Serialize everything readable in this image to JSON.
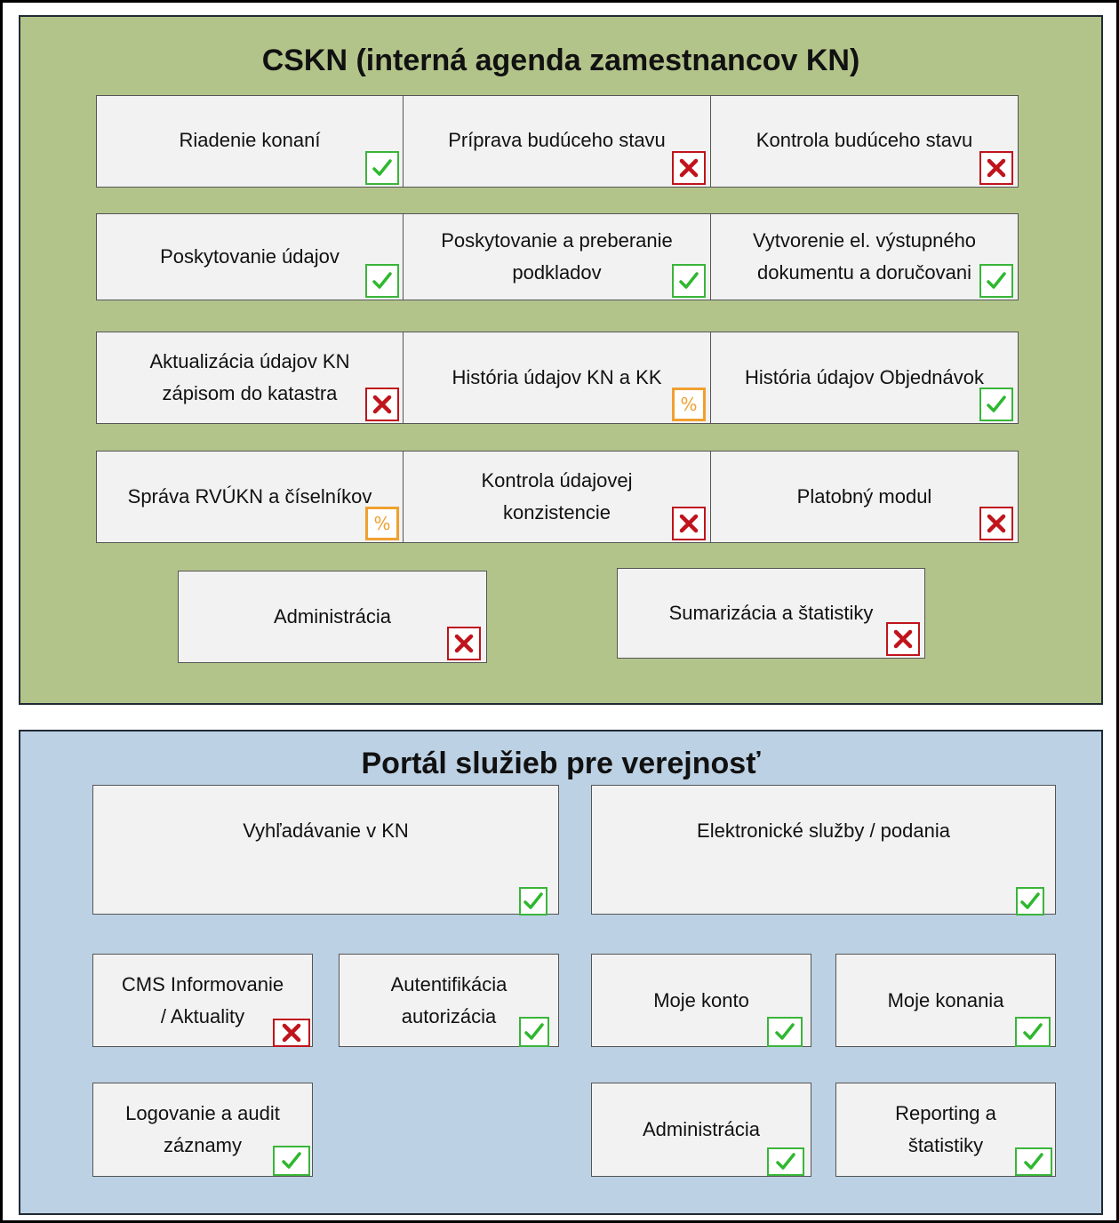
{
  "sections": {
    "cskn": {
      "title": "CSKN (interná agenda zamestnancov KN)",
      "modules": [
        {
          "label": "Riadenie konaní",
          "status": "done"
        },
        {
          "label": "Príprava budúceho stavu",
          "status": "not-done"
        },
        {
          "label": "Kontrola budúceho stavu",
          "status": "not-done"
        },
        {
          "label": "Poskytovanie údajov",
          "status": "done"
        },
        {
          "label": "Poskytovanie a preberanie\npodkladov",
          "status": "done"
        },
        {
          "label": "Vytvorenie el. výstupného\ndokumentu a doručovani",
          "status": "done"
        },
        {
          "label": "Aktualizácia údajov KN\nzápisom do katastra",
          "status": "not-done"
        },
        {
          "label": "História údajov KN a KK",
          "status": "partial"
        },
        {
          "label": "História údajov Objednávok",
          "status": "done"
        },
        {
          "label": "Správa RVÚKN a číselníkov",
          "status": "partial"
        },
        {
          "label": "Kontrola údajovej\nkonzistencie",
          "status": "not-done"
        },
        {
          "label": "Platobný modul",
          "status": "not-done"
        },
        {
          "label": "Administrácia",
          "status": "not-done"
        },
        {
          "label": "Sumarizácia a štatistiky",
          "status": "not-done"
        }
      ]
    },
    "portal": {
      "title": "Portál služieb pre verejnosť",
      "modules": [
        {
          "label": "Vyhľadávanie v KN",
          "status": "done"
        },
        {
          "label": "Elektronické služby / podania",
          "status": "done"
        },
        {
          "label": "CMS Informovanie\n/ Aktuality",
          "status": "not-done"
        },
        {
          "label": "Autentifikácia\nautorizácia",
          "status": "done"
        },
        {
          "label": "Moje konto",
          "status": "done"
        },
        {
          "label": "Moje konania",
          "status": "done"
        },
        {
          "label": "Logovanie a audit\nzáznamy",
          "status": "done"
        },
        {
          "label": "Administrácia",
          "status": "done"
        },
        {
          "label": "Reporting a\nštatistiky",
          "status": "done"
        }
      ]
    }
  },
  "status_icons": {
    "done": "check-icon",
    "not-done": "cross-icon",
    "partial": "percent-icon",
    "percent_glyph": "%"
  },
  "colors": {
    "cskn_background": "#b3c48b",
    "portal_background": "#bcd1e3",
    "done": "#2eb82e",
    "not_done": "#c0141c",
    "partial": "#f0a030"
  }
}
